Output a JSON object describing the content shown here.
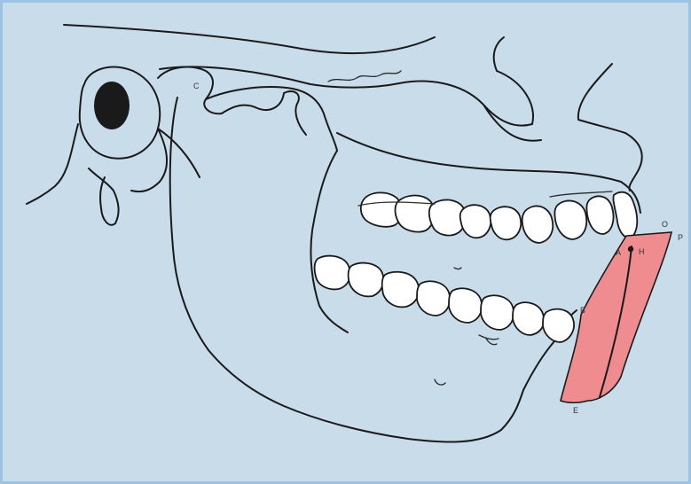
{
  "diagram": {
    "labels": {
      "condyle": "C",
      "upper_incisor_point": "O",
      "upper_incisor_tip": "A",
      "contact_point": "H",
      "pink_tip_upper": "P",
      "lower_incisor": "B",
      "pink_tip_lower": "E"
    },
    "colors": {
      "background": "#c9dcea",
      "frame": "#9cc3e4",
      "overlay": "#ee8c90",
      "line": "#1a1a1a",
      "tooth": "#ffffff",
      "eye": "#1a1a1a"
    }
  }
}
